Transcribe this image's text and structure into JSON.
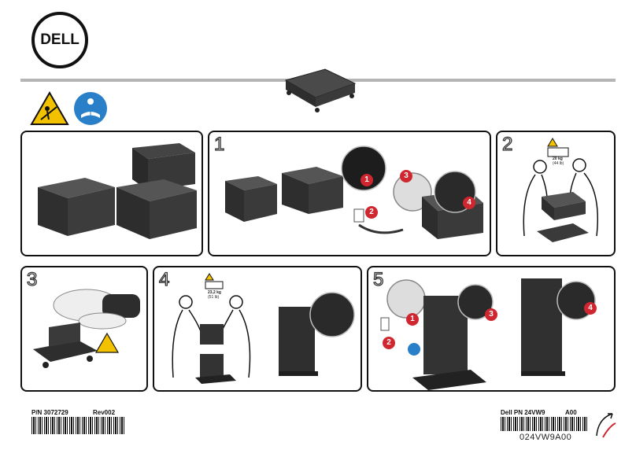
{
  "brand": {
    "logo_text": "DELL"
  },
  "steps": {
    "s1": "1",
    "s2": "2",
    "s3": "3",
    "s4": "4",
    "s5": "5"
  },
  "callouts": {
    "panel1": [
      "1",
      "2",
      "3",
      "4"
    ],
    "panel5": [
      "1",
      "2",
      "3",
      "4"
    ]
  },
  "weights": {
    "panel2_kg": "20 kg",
    "panel2_lb": "(44 lb)",
    "panel4_kg": "23,2 kg",
    "panel4_lb": "(51 lb)"
  },
  "footer": {
    "part_number_label": "P/N 3072729",
    "revision": "Rev002",
    "dell_pn": "Dell PN 24VW9",
    "a_code": "A00",
    "barcode_text": "024VW9A00"
  },
  "colors": {
    "callout_red": "#d0262f",
    "warning_yellow": "#f2c200",
    "info_blue": "#2a7fc9",
    "rule_gray": "#b5b5b5"
  }
}
